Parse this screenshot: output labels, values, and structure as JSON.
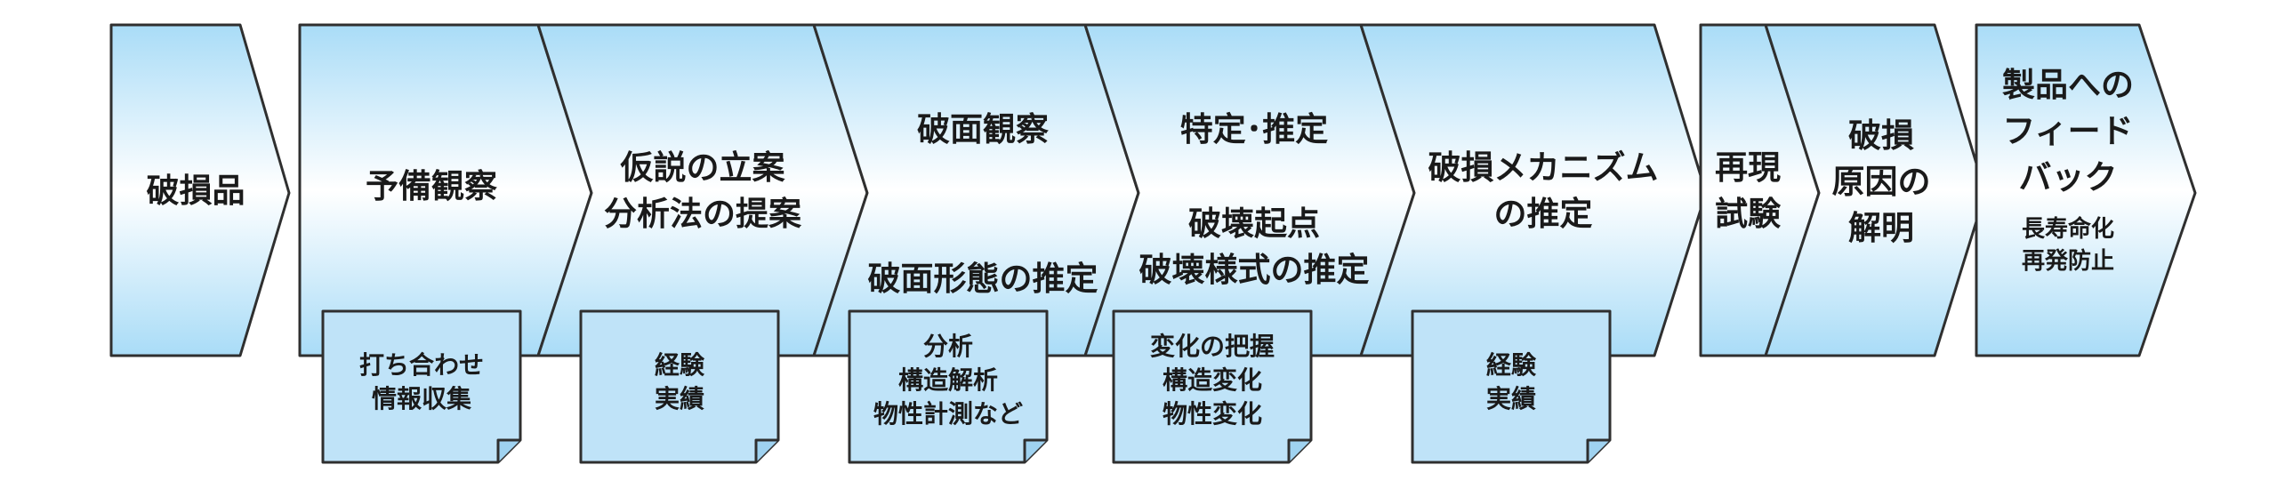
{
  "flow": {
    "step1": "破損品",
    "step2": "予備観察",
    "step3_line1": "仮説の立案",
    "step3_line2": "分析法の提案",
    "step4_line1": "破面観察",
    "step4_line2": "破面形態の推定",
    "step5_line1": "特定･推定",
    "step5_line2": "破壊起点",
    "step5_line3": "破壊様式の推定",
    "step6_line1": "破損メカニズム",
    "step6_line2": "の推定",
    "step7_line1": "再現",
    "step7_line2": "試験",
    "step8_line1": "破損",
    "step8_line2": "原因の",
    "step8_line3": "解明",
    "step9_line1": "製品への",
    "step9_line2": "フィード",
    "step9_line3": "バック",
    "step9_sub1": "長寿命化",
    "step9_sub2": "再発防止"
  },
  "notes": {
    "note1_line1": "打ち合わせ",
    "note1_line2": "情報収集",
    "note2_line1": "経験",
    "note2_line2": "実績",
    "note3_line1": "分析",
    "note3_line2": "構造解析",
    "note3_line3": "物性計測など",
    "note4_line1": "変化の把握",
    "note4_line2": "構造変化",
    "note4_line3": "物性変化",
    "note5_line1": "経験",
    "note5_line2": "実績"
  },
  "colors": {
    "fill_top": "#ffffff",
    "fill_bottom": "#a9dcf7",
    "note_fill": "#bfe3f8",
    "stroke": "#2f2f2f"
  }
}
